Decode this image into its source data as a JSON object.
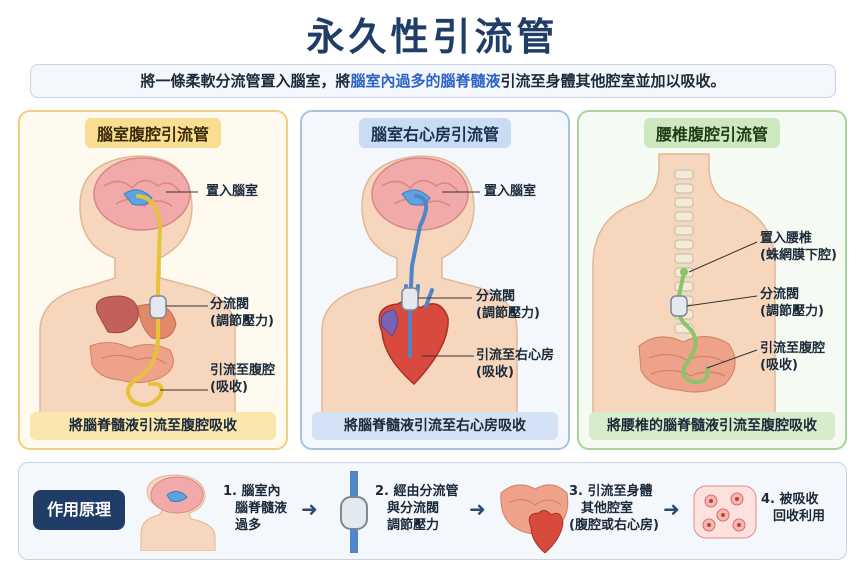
{
  "title": "永久性引流管",
  "intro": {
    "before": "將一條柔軟分流管置入腦室，將",
    "highlight": "腦室內過多的腦脊髓液",
    "after": "引流至身體其他腔室並加以吸收。"
  },
  "panels": [
    {
      "title": "腦室腹腔引流管",
      "labels": [
        "置入腦室",
        "分流閥",
        "(調節壓力)",
        "引流至腹腔",
        "(吸收)"
      ],
      "caption": "將腦脊髓液引流至腹腔吸收",
      "tube_color": "#e8c13a"
    },
    {
      "title": "腦室右心房引流管",
      "labels": [
        "置入腦室",
        "分流閥",
        "(調節壓力)",
        "引流至右心房",
        "(吸收)"
      ],
      "caption": "將腦脊髓液引流至右心房吸收",
      "tube_color": "#4f86c9"
    },
    {
      "title": "腰椎腹腔引流管",
      "labels": [
        "置入腰椎",
        "(蛛網膜下腔)",
        "分流閥",
        "(調節壓力)",
        "引流至腹腔",
        "(吸收)"
      ],
      "caption": "將腰椎的腦脊髓液引流至腹腔吸收",
      "tube_color": "#8bc46a"
    }
  ],
  "principle": {
    "label": "作用原理",
    "steps": [
      {
        "lines": [
          "1. 腦室內",
          "腦脊髓液",
          "過多"
        ]
      },
      {
        "lines": [
          "2. 經由分流管",
          "與分流閥",
          "調節壓力"
        ]
      },
      {
        "lines": [
          "3. 引流至身體",
          "其他腔室",
          "(腹腔或右心房)"
        ]
      },
      {
        "lines": [
          "4. 被吸收",
          "回收利用"
        ]
      }
    ],
    "arrow": "➜"
  },
  "icons": [
    "brain-icon",
    "valve-icon",
    "intestine-heart-icon",
    "absorption-cells-icon"
  ]
}
